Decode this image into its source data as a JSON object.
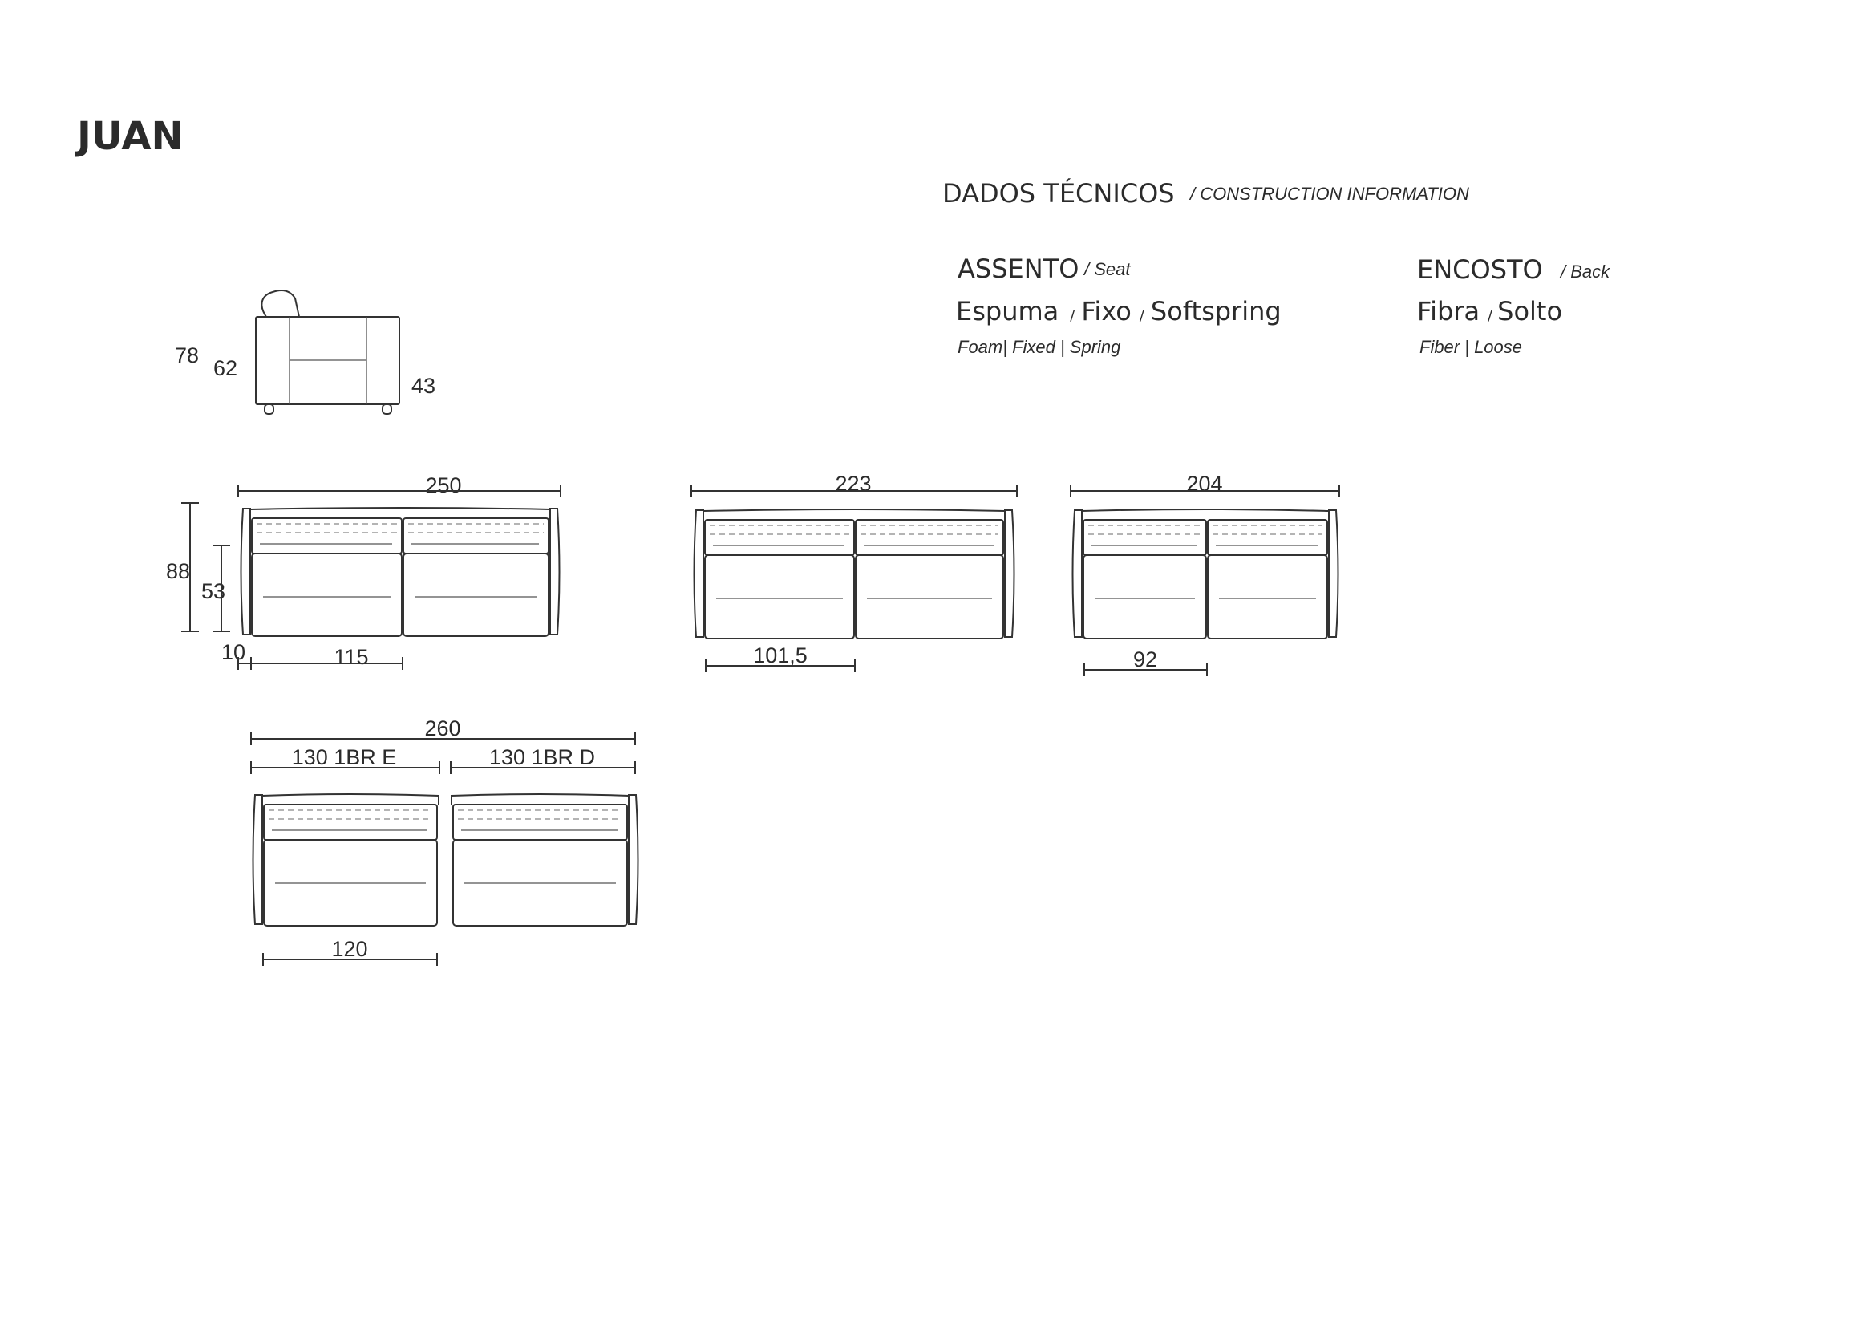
{
  "title": "JUAN",
  "tech": {
    "heading": "DADOS TÉCNICOS",
    "heading_en": "/ CONSTRUCTION INFORMATION",
    "seat": {
      "label": "ASSENTO",
      "label_en": "/ Seat",
      "materials": [
        "Espuma",
        "Fixo",
        "Softspring"
      ],
      "materials_en": "Foam| Fixed | Spring"
    },
    "back": {
      "label": "ENCOSTO",
      "label_en": "/ Back",
      "materials": [
        "Fibra",
        "Solto"
      ],
      "materials_en": "Fiber |  Loose"
    }
  },
  "side_view": {
    "total_height": "78",
    "back_height": "62",
    "seat_height": "43"
  },
  "sofa_250": {
    "width": "250",
    "depth": "88",
    "seat_depth": "53",
    "arm": "10",
    "seat_width": "115"
  },
  "sofa_223": {
    "width": "223",
    "seat_width": "101,5"
  },
  "sofa_204": {
    "width": "204",
    "seat_width": "92"
  },
  "sofa_260": {
    "width": "260",
    "module_left": "130 1BR E",
    "module_right": "130 1BR D",
    "seat_width": "120"
  }
}
